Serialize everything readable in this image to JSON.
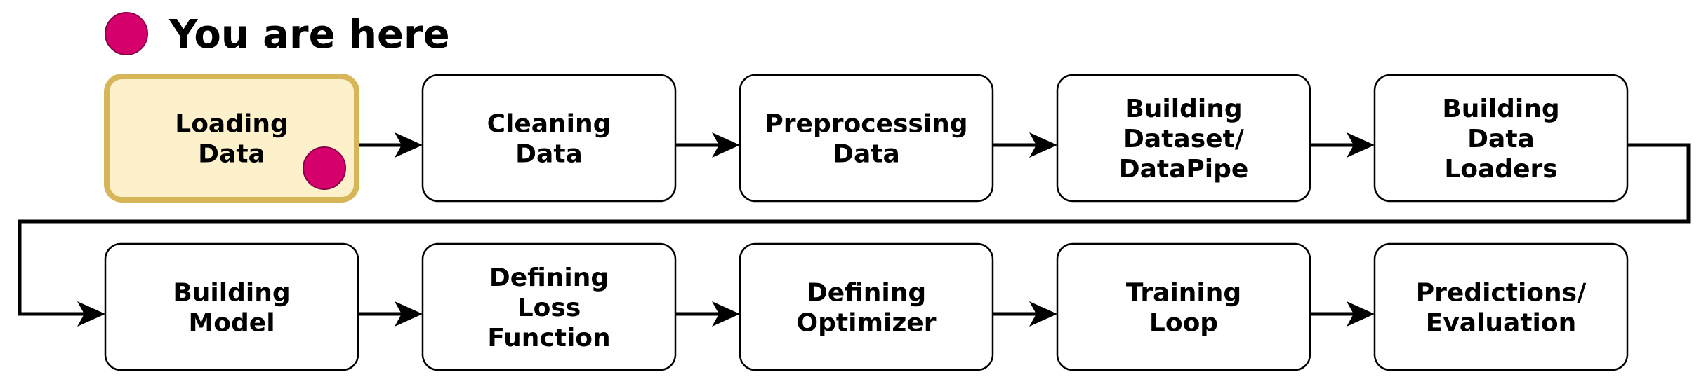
{
  "legend": {
    "label": "You are here",
    "marker_color": "#d6006d"
  },
  "colors": {
    "highlight_fill": "#fdf1cc",
    "highlight_stroke": "#d6b656",
    "box_stroke": "#000000",
    "box_fill": "#ffffff",
    "arrow": "#000000"
  },
  "steps": [
    {
      "id": "loading-data",
      "lines": [
        "Loading",
        "Data"
      ],
      "current": true
    },
    {
      "id": "cleaning-data",
      "lines": [
        "Cleaning",
        "Data"
      ],
      "current": false
    },
    {
      "id": "preprocessing-data",
      "lines": [
        "Preprocessing",
        "Data"
      ],
      "current": false
    },
    {
      "id": "building-dataset",
      "lines": [
        "Building",
        "Dataset/",
        "DataPipe"
      ],
      "current": false
    },
    {
      "id": "building-data-loaders",
      "lines": [
        "Building",
        "Data",
        "Loaders"
      ],
      "current": false
    },
    {
      "id": "building-model",
      "lines": [
        "Building",
        "Model"
      ],
      "current": false
    },
    {
      "id": "defining-loss-function",
      "lines": [
        "Defining",
        "Loss",
        "Function"
      ],
      "current": false
    },
    {
      "id": "defining-optimizer",
      "lines": [
        "Defining",
        "Optimizer"
      ],
      "current": false
    },
    {
      "id": "training-loop",
      "lines": [
        "Training",
        "Loop"
      ],
      "current": false
    },
    {
      "id": "predictions-evaluation",
      "lines": [
        "Predictions/",
        "Evaluation"
      ],
      "current": false
    }
  ]
}
